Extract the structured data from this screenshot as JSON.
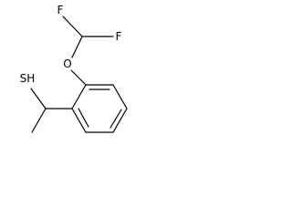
{
  "molecule": {
    "atoms": {
      "fluorine_top": "F",
      "fluorine_right": "F",
      "oxygen": "O",
      "thiol": "SH"
    }
  }
}
